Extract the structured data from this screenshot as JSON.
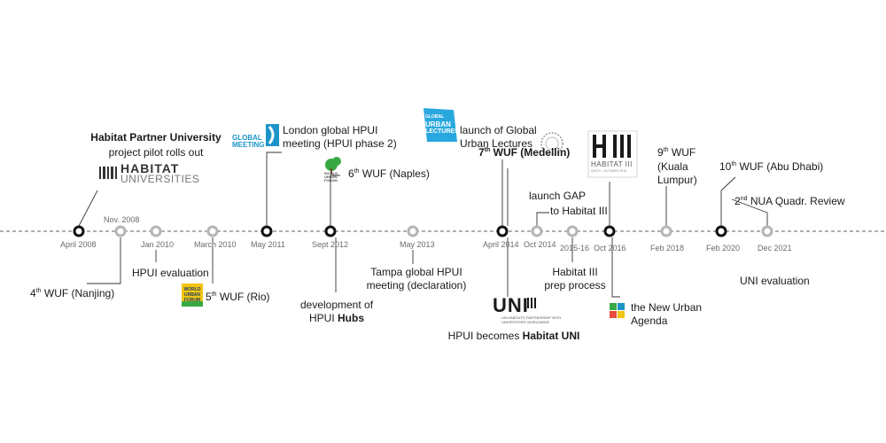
{
  "events": [
    {
      "date": "April 2008",
      "label_pre": "4",
      "label_sup": "th",
      "label_post": " WUF (Nanjing)"
    },
    {
      "date": "Nov. 2008",
      "label_l1": "Habitat Partner University",
      "label_l2": "project pilot rolls out"
    },
    {
      "date": "Jan 2010",
      "label": "HPUI evaluation"
    },
    {
      "date": "March 2010",
      "label_pre": "5",
      "label_sup": "th",
      "label_post": " WUF (Rio)"
    },
    {
      "date": "May 2011",
      "label_l1": "London global HPUI",
      "label_l2": "meeting (HPUI phase 2)"
    },
    {
      "date": "Sept 2012",
      "label_pre": "6",
      "label_sup": "th",
      "label_post": " WUF (Naples)",
      "label2_l1": "development of",
      "label2_l2a": "HPUI ",
      "label2_l2b": "Hubs"
    },
    {
      "date": "May 2013",
      "label_l1": "Tampa global HPUI",
      "label_l2": "meeting (declaration)"
    },
    {
      "date": "April 2014",
      "label_pre": "7",
      "label_sup": "th",
      "label_post": " WUF (Medellin)",
      "label2_l1": "launch of Global",
      "label2_l2": "Urban Lectures",
      "label3_a": "HPUI becomes ",
      "label3_b": "Habitat UNI"
    },
    {
      "date": "Oct 2014",
      "label_l1": "launch GAP",
      "label_l2": "to Habitat III"
    },
    {
      "date": "2015-16",
      "label_l1": "Habitat III",
      "label_l2": "prep process"
    },
    {
      "date": "Oct 2016",
      "label_l1": "the New Urban",
      "label_l2": "Agenda"
    },
    {
      "date": "Feb 2018",
      "label_pre": "9",
      "label_sup": "th",
      "label_post": " WUF",
      "label_l2": "(Kuala",
      "label_l3": "Lumpur)"
    },
    {
      "date": "Feb 2020",
      "label_pre": "10",
      "label_sup": "th",
      "label_post": " WUF (Abu Dhabi)"
    },
    {
      "date": "Dec 2021",
      "label": "UNI evaluation",
      "label2_pre": "2",
      "label2_sup": "nd",
      "label2_post": " NUA Quadr. Review"
    }
  ],
  "logos": {
    "habitat_universities_l1": "HABITAT",
    "habitat_universities_l2": "UNIVERSITIES",
    "global_meeting_l1": "GLOBAL",
    "global_meeting_l2": "MEETING",
    "world_urban_forum_rio": "WORLD URBAN FORUM",
    "world_urban_forum_naples": "WORLD URBAN FORUM",
    "global_urban_lectures_l1": "GLOBAL",
    "global_urban_lectures_l2": "URBAN",
    "global_urban_lectures_l3": "LECTURES",
    "habitat3_mark": "H III",
    "habitat3_text": "HABITAT III",
    "habitat3_sub": "QUITO - OCTOBER 2016",
    "uni_mark": "UNI",
    "uni_sub_l1": "UN-HABITAT'S PARTNERSHIP WITH",
    "uni_sub_l2": "UNIVERSITIES WORLDWIDE"
  },
  "colors": {
    "timeline": "#7f7f7f",
    "major_marker": "#111111",
    "minor_marker": "#b5b5b5",
    "leader": "#333333",
    "date_text": "#6b6b6b",
    "accent_blue": "#1c95c9",
    "accent_green": "#39a843",
    "accent_yellow": "#f2c413",
    "accent_navy": "#1d3f63"
  }
}
